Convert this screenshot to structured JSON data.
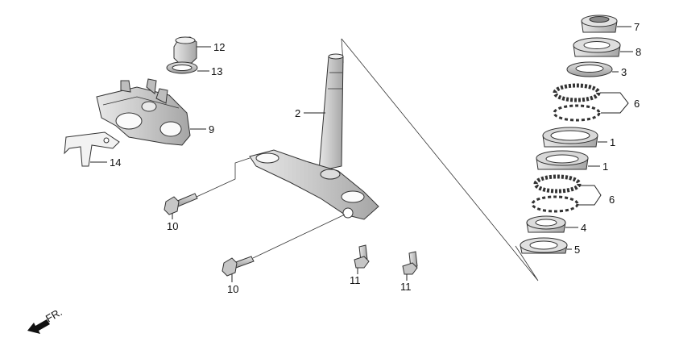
{
  "diagram": {
    "type": "exploded-parts-diagram",
    "direction_label": "FR.",
    "callouts": {
      "c1a": "1",
      "c1b": "1",
      "c2": "2",
      "c3": "3",
      "c4": "4",
      "c5": "5",
      "c6a": "6",
      "c6b": "6",
      "c7": "7",
      "c8": "8",
      "c9": "9",
      "c10a": "10",
      "c10b": "10",
      "c11a": "11",
      "c11b": "11",
      "c12": "12",
      "c13": "13",
      "c14": "14"
    },
    "colors": {
      "part_fill": "#d2d2d2",
      "part_shade": "#9a9a9a",
      "line": "#222222"
    }
  }
}
